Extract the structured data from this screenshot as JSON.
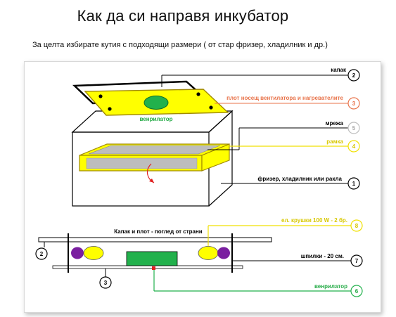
{
  "header": {
    "title": "Как да си направя инкубатор",
    "subtitle": "За целта избирате кутия с подходящи размери ( от стар фризер, хладилник и  др.)"
  },
  "top_diagram": {
    "fan_label": "венрилатор",
    "callouts": [
      {
        "key": "lid",
        "text": "капак",
        "number": "2",
        "color": "#000000"
      },
      {
        "key": "board",
        "text": "плот носещ вентилатора и нагревателите",
        "number": "3",
        "color": "#e8734a"
      },
      {
        "key": "mesh",
        "text": "мрежа",
        "number": "5",
        "color": "#bdbdbd"
      },
      {
        "key": "frame",
        "text": "рамка",
        "number": "4",
        "color": "#f0e000"
      },
      {
        "key": "box",
        "text": "фризер, хладилник или ракла",
        "number": "1",
        "color": "#000000"
      }
    ]
  },
  "side_view": {
    "title": "Капак и плот - поглед от страни",
    "callouts": [
      {
        "key": "bulbs",
        "text": "ел. крушки 100 W  - 2 бр.",
        "number": "8",
        "color": "#f0e000"
      },
      {
        "key": "studs",
        "text": "шпилки  - 20 см.",
        "number": "7",
        "color": "#000000"
      },
      {
        "key": "fan",
        "text": "венрилатор",
        "number": "6",
        "color": "#22aa44"
      }
    ],
    "left_numbers": {
      "lid": "2",
      "board": "3"
    }
  },
  "colors": {
    "yellow": "#ffff00",
    "yellow_stroke": "#a08a00",
    "green": "#22b14c",
    "purple": "#7a1fa0",
    "mesh_gray": "#bdbdbd",
    "red": "#e02020"
  }
}
